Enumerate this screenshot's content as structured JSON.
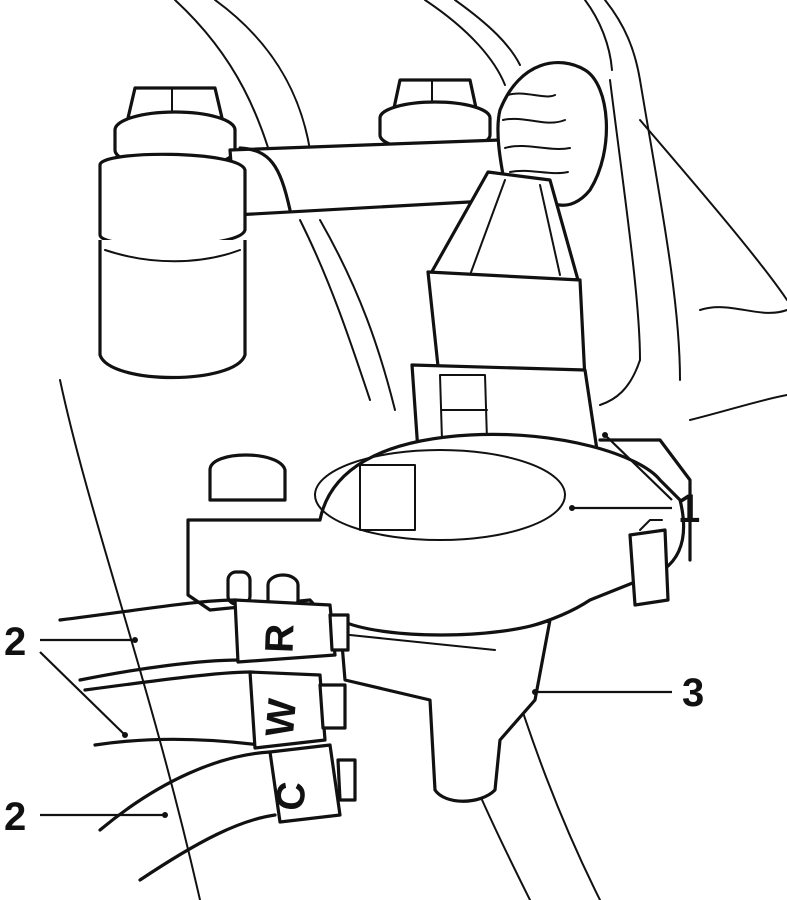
{
  "callouts": {
    "c1": "1",
    "c2a": "2",
    "c2b": "2",
    "c3": "3"
  },
  "wire_labels": {
    "r": "R",
    "w": "W",
    "c": "C"
  },
  "colors": {
    "line": "#111111",
    "background": "#ffffff"
  }
}
